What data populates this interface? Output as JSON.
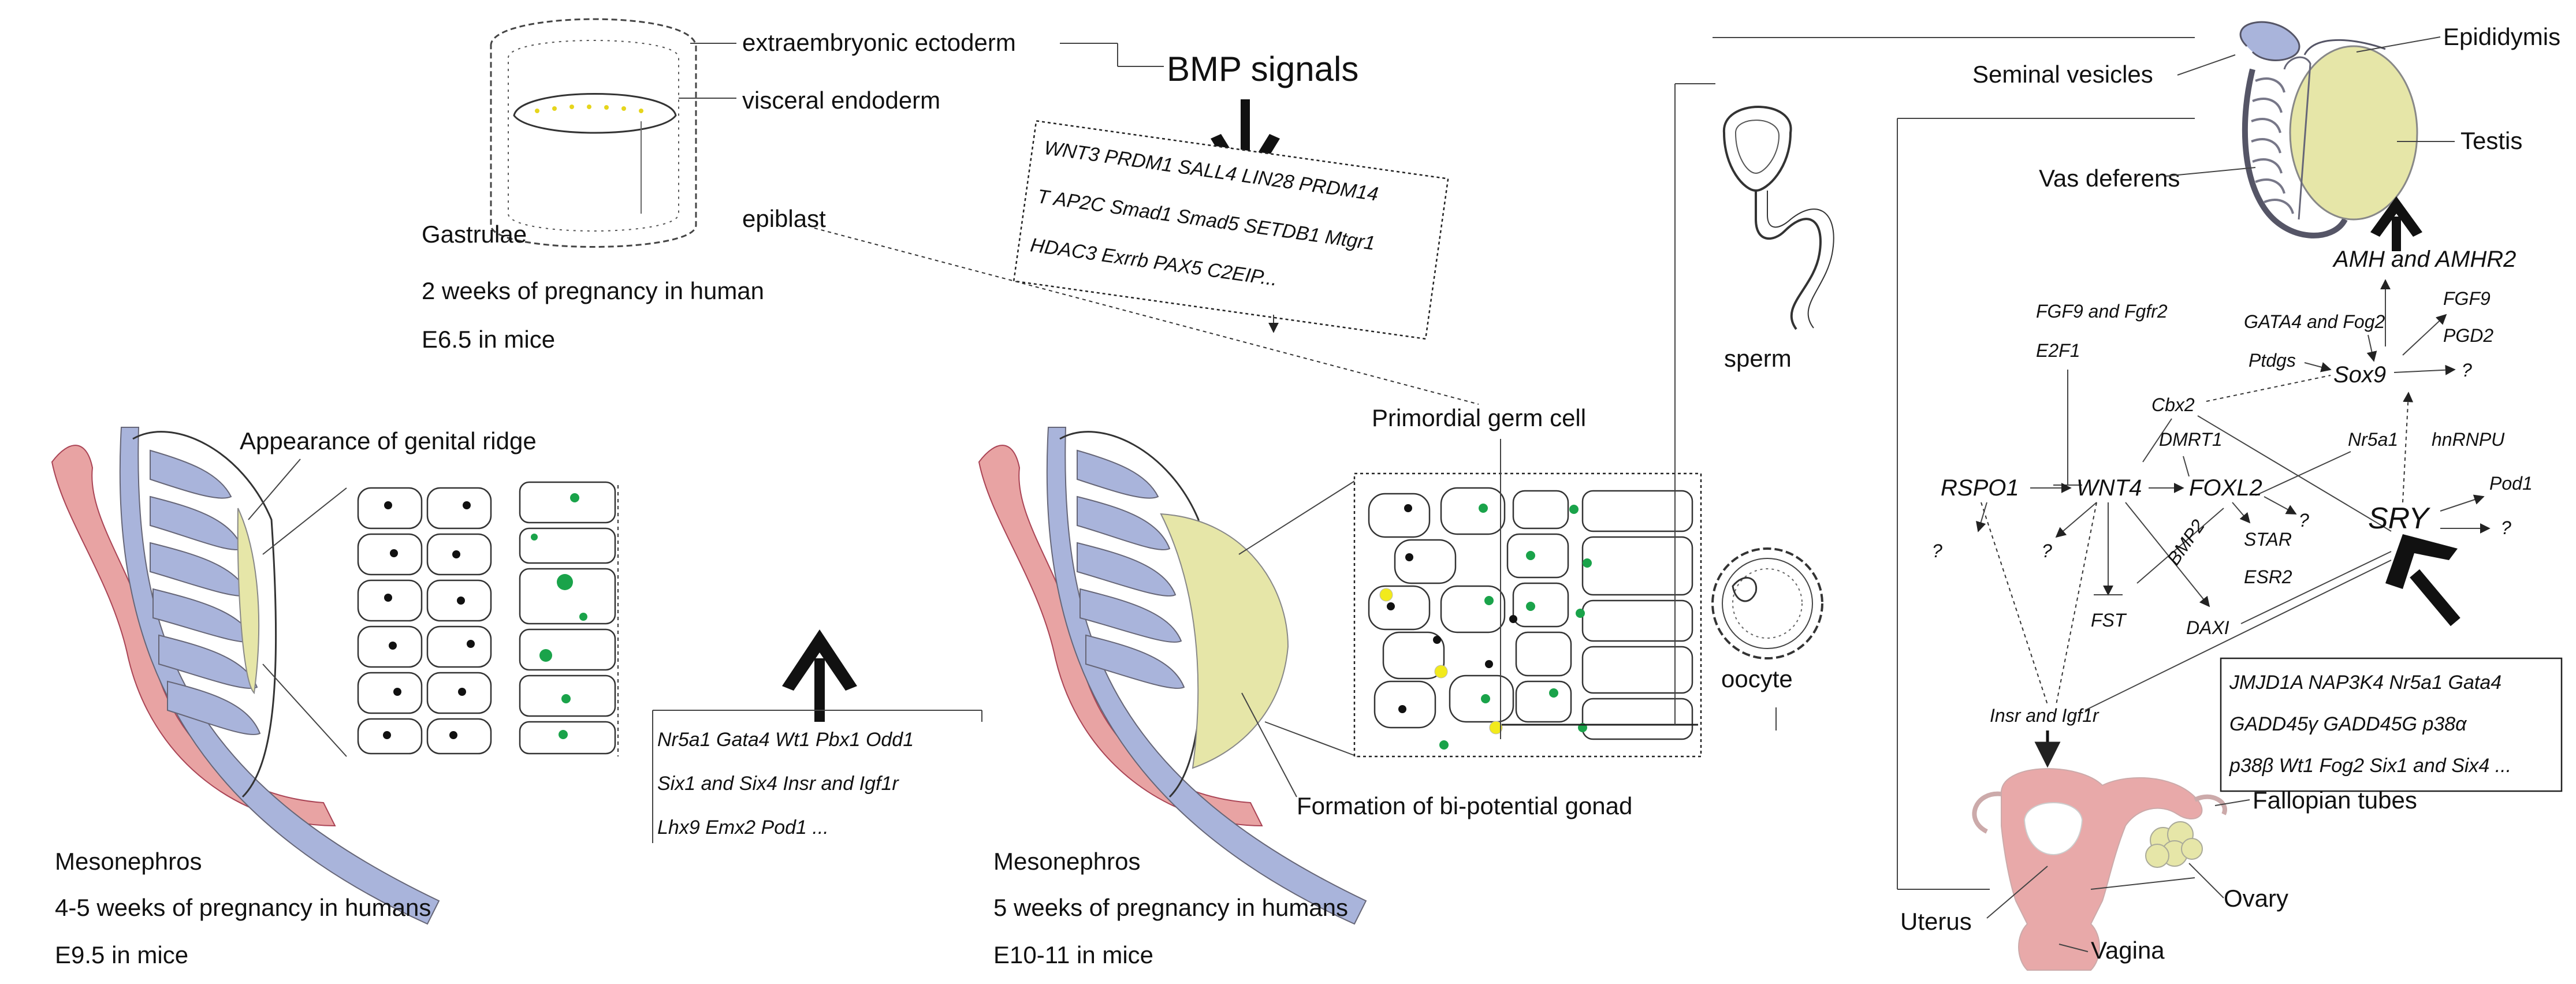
{
  "gastrulae": {
    "extraembryonic": "extraembryonic ectoderm",
    "visceral": "visceral endoderm",
    "epiblast": "epiblast",
    "title": "Gastrulae",
    "human": "2 weeks of pregnancy in human",
    "mice": "E6.5 in mice"
  },
  "bmp": {
    "label": "BMP signals",
    "genes": [
      "WNT3  PRDM1  SALL4  LIN28  PRDM14",
      "T  AP2C  Smad1  Smad5  SETDB1  Mtgr1",
      "HDAC3  Exrrb  PAX5  C2EIP..."
    ]
  },
  "stage1": {
    "ridge": "Appearance of genital ridge",
    "title": "Mesonephros",
    "human": "4-5 weeks of pregnancy in humans",
    "mice": "E9.5 in mice"
  },
  "stage1_genes": [
    "Nr5a1  Gata4  Wt1  Pbx1  Odd1",
    "Six1 and Six4  Insr and Igf1r",
    "Lhx9  Emx2  Pod1  ..."
  ],
  "stage2": {
    "pgc": "Primordial germ cell",
    "gonad": "Formation of bi-potential gonad",
    "title": "Mesonephros",
    "human": "5 weeks of pregnancy in humans",
    "mice": "E10-11 in mice"
  },
  "gametes": {
    "sperm": "sperm",
    "oocyte": "oocyte"
  },
  "male": {
    "seminal": "Seminal vesicles",
    "epididymis": "Epididymis",
    "testis": "Testis",
    "vas": "Vas deferens",
    "amh": "AMH and AMHR2"
  },
  "female": {
    "fallopian": "Fallopian tubes",
    "ovary": "Ovary",
    "uterus": "Uterus",
    "vagina": "Vagina"
  },
  "network": {
    "fgf9_fgfr2": "FGF9 and Fgfr2",
    "e2f1": "E2F1",
    "gata4_fog2": "GATA4 and Fog2",
    "fgf9": "FGF9",
    "pgd2": "PGD2",
    "ptdgs": "Ptdgs",
    "sox9": "Sox9",
    "cbx2": "Cbx2",
    "dmrt1": "DMRT1",
    "nr5a1": "Nr5a1",
    "hnrnpu": "hnRNPU",
    "rspo1": "RSPO1",
    "wnt4": "WNT4",
    "foxl2": "FOXL2",
    "sry": "SRY",
    "pod1": "Pod1",
    "bmp2": "BMP2",
    "star": "STAR",
    "esr2": "ESR2",
    "fst": "FST",
    "dax1": "DAXI",
    "insr": "Insr and Igf1r",
    "q": "?"
  },
  "sry_genes": [
    "JMJD1A  NAP3K4  Nr5a1  Gata4",
    "GADD45γ  GADD45G  p38α",
    "p38β  Wt1  Fog2  Six1 and Six4  ..."
  ],
  "colors": {
    "mesonephros_duct": "#e8a3a3",
    "tubules": "#a9b4db",
    "gonad": "#e6e6a8",
    "green_cell": "#1aa34a",
    "yellow_cell": "#f2ea1c",
    "uterus": "#e8a9a9"
  }
}
